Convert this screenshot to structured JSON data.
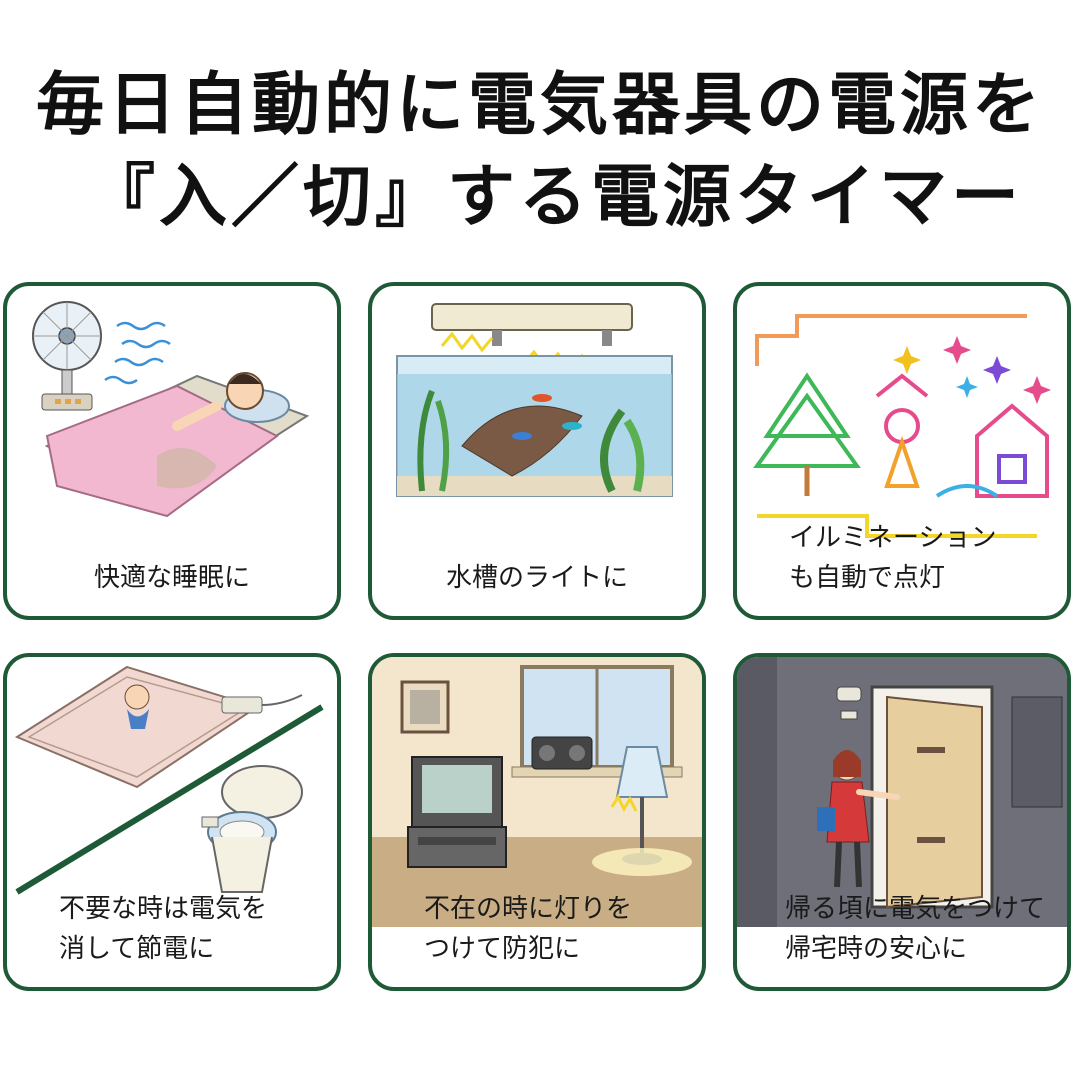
{
  "headline": {
    "line1": "毎日自動的に電気器具の電源を",
    "line2": "『入／切』する電源タイマー"
  },
  "cards": [
    {
      "illustration": "sleeping-with-fan-icon",
      "caption": [
        "快適な睡眠に"
      ]
    },
    {
      "illustration": "aquarium-light-icon",
      "caption": [
        "水槽のライトに"
      ]
    },
    {
      "illustration": "illumination-lights-icon",
      "caption": [
        "イルミネーション",
        "も自動で点灯"
      ]
    },
    {
      "illustration": "heated-carpet-and-toilet-icon",
      "caption": [
        "不要な時は電気を",
        "消して節電に"
      ]
    },
    {
      "illustration": "living-room-lamp-icon",
      "caption": [
        "不在の時に灯りを",
        "つけて防犯に"
      ]
    },
    {
      "illustration": "entrance-light-icon",
      "caption": [
        "帰る頃に電気をつけて",
        "帰宅時の安心に"
      ]
    }
  ],
  "colors": {
    "card_border": "#1f5a36",
    "divider": "#1f5a36"
  }
}
